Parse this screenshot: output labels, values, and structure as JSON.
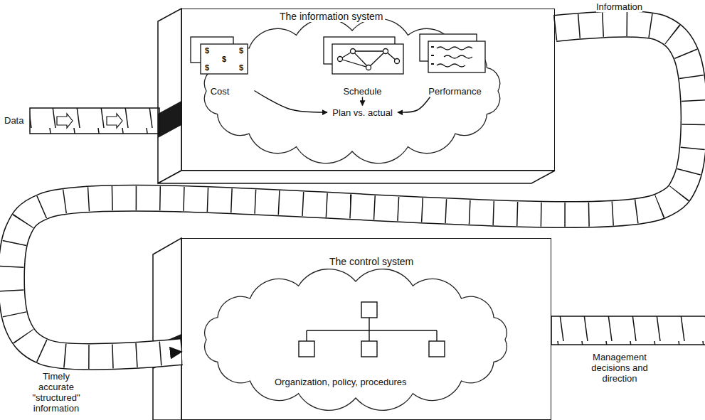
{
  "diagram": {
    "nodes": [
      {
        "text": [
          "The information system"
        ]
      },
      {
        "text": [
          "Cost"
        ],
        "in": 0
      },
      {
        "text": [
          "Schedule"
        ],
        "in": 0
      },
      {
        "text": [
          "Performance"
        ],
        "in": 0
      },
      {
        "text": [
          "Plan vs. actual"
        ],
        "in": 0
      },
      {
        "text": [
          "The control system",
          "Organization, policy, procedures"
        ]
      }
    ],
    "edges": [
      {
        "from": 1,
        "to": 4,
        "arrow": "to"
      },
      {
        "from": 2,
        "to": 4,
        "arrow": "to"
      },
      {
        "from": 3,
        "to": 4,
        "arrow": "to"
      },
      {
        "from": 0,
        "to": 5,
        "arrow": "to"
      }
    ],
    "labels": [
      "Data",
      "Information",
      "Timely accurate \"structured\" information",
      "Management decisions and direction",
      "$",
      "$",
      "$",
      "$",
      "$"
    ]
  }
}
